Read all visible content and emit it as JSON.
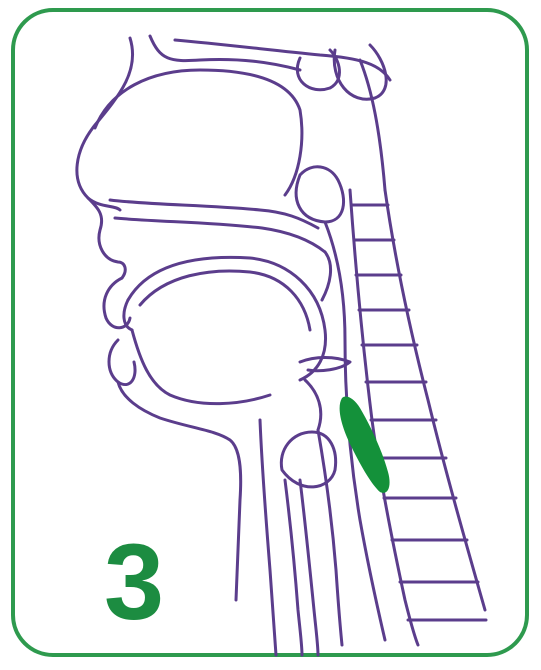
{
  "step": {
    "number": "3"
  },
  "colors": {
    "frame": "#2e9a4e",
    "outline": "#5b3d8c",
    "highlight": "#14913a",
    "number": "#1c8c41",
    "background": "#ffffff"
  },
  "icons": {
    "illustration": "head-neck-sagittal-section",
    "highlight": "swallowed-bolus-mark"
  }
}
